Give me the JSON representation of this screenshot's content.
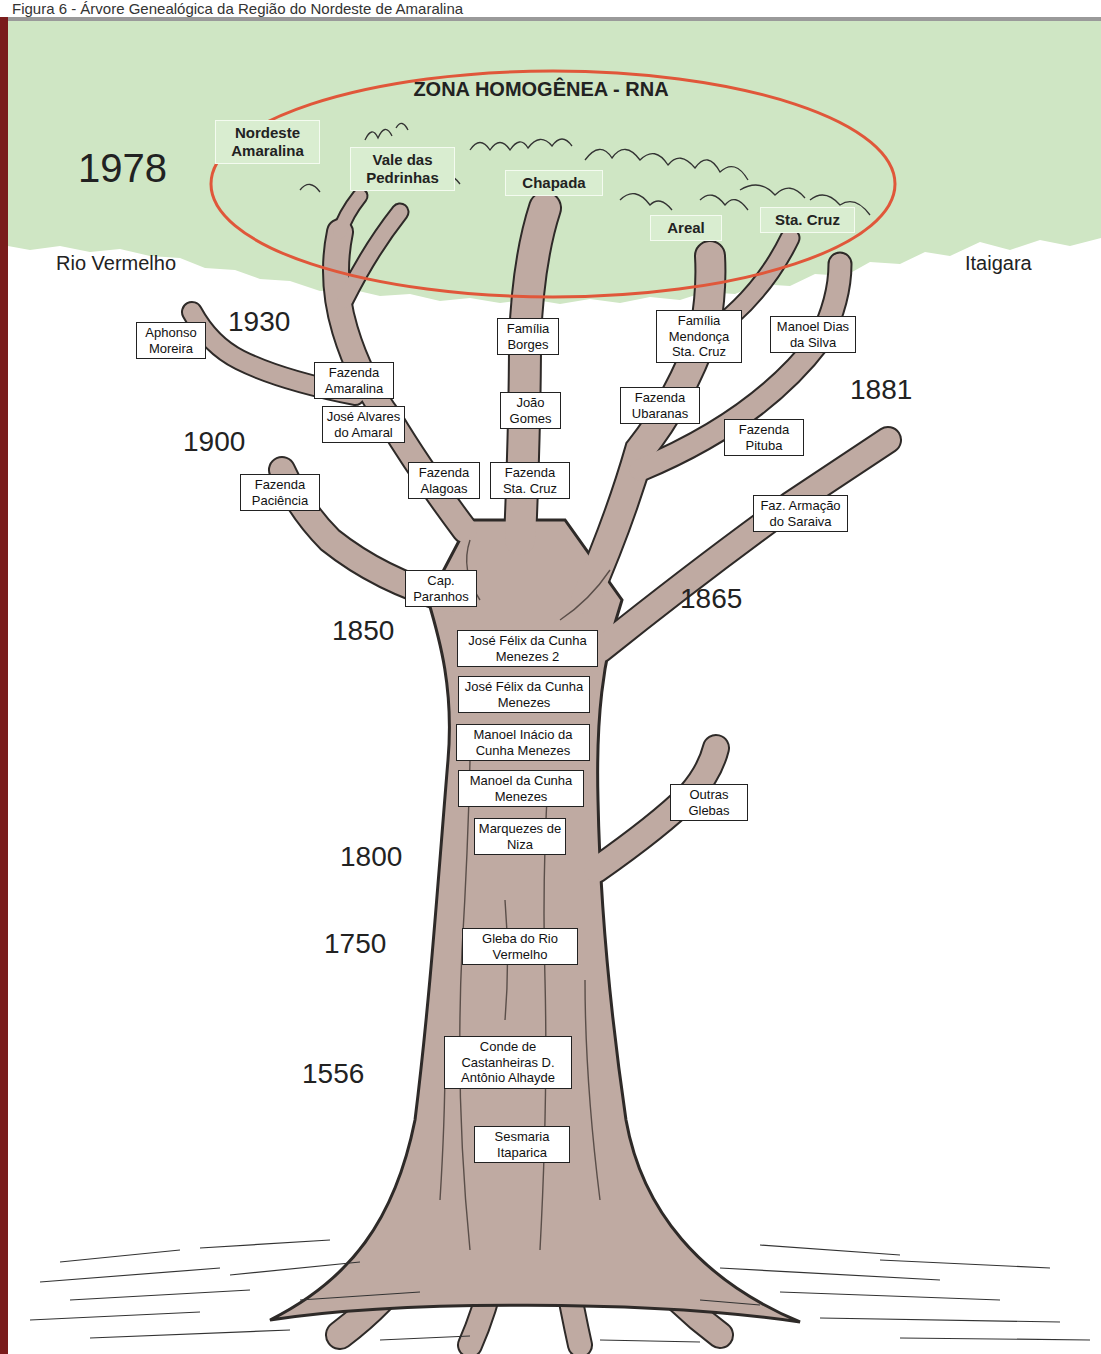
{
  "diagram": {
    "title": "Figura 6 - Árvore Genealógica da Região do Nordeste de Amaralina",
    "nodes": [
      {
        "text": [
          "ZONA HOMOGÊNEA - RNA"
        ]
      },
      {
        "text": [
          "Nordeste Amaralina"
        ],
        "in": 0
      },
      {
        "text": [
          "Vale das Pedrinhas"
        ],
        "in": 0
      },
      {
        "text": [
          "Chapada"
        ],
        "in": 0
      },
      {
        "text": [
          "Areal"
        ],
        "in": 0
      },
      {
        "text": [
          "Sta. Cruz"
        ],
        "in": 0
      },
      {
        "text": [
          "Aphonso Moreira"
        ]
      },
      {
        "text": [
          "Família Borges"
        ]
      },
      {
        "text": [
          "Família Mendonça Sta. Cruz"
        ]
      },
      {
        "text": [
          "Manoel Dias da Silva"
        ]
      },
      {
        "text": [
          "Fazenda Amaralina"
        ]
      },
      {
        "text": [
          "José Alvares do Amaral"
        ]
      },
      {
        "text": [
          "João Gomes"
        ]
      },
      {
        "text": [
          "Fazenda Ubaranas"
        ]
      },
      {
        "text": [
          "Fazenda Pituba"
        ]
      },
      {
        "text": [
          "Fazenda Paciência"
        ]
      },
      {
        "text": [
          "Fazenda Alagoas"
        ]
      },
      {
        "text": [
          "Fazenda Sta. Cruz"
        ]
      },
      {
        "text": [
          "Faz. Armação do Saraiva"
        ]
      },
      {
        "text": [
          "Cap. Paranhos"
        ]
      },
      {
        "text": [
          "José Félix da Cunha Menezes 2"
        ]
      },
      {
        "text": [
          "José Félix da Cunha Menezes"
        ]
      },
      {
        "text": [
          "Manoel Inácio da Cunha Menezes"
        ]
      },
      {
        "text": [
          "Manoel da Cunha Menezes"
        ]
      },
      {
        "text": [
          "Outras Glebas"
        ]
      },
      {
        "text": [
          "Marquezes de Niza"
        ]
      },
      {
        "text": [
          "Gleba do Rio Vermelho"
        ]
      },
      {
        "text": [
          "Conde de Castanheiras D. Antônio Alhayde"
        ]
      },
      {
        "text": [
          "Sesmaria Itaparica"
        ]
      }
    ],
    "labels": [
      "1978",
      "Rio Vermelho",
      "Itaigara",
      "1930",
      "1900",
      "1881",
      "1865",
      "1850",
      "1800",
      "1750",
      "1556"
    ]
  }
}
